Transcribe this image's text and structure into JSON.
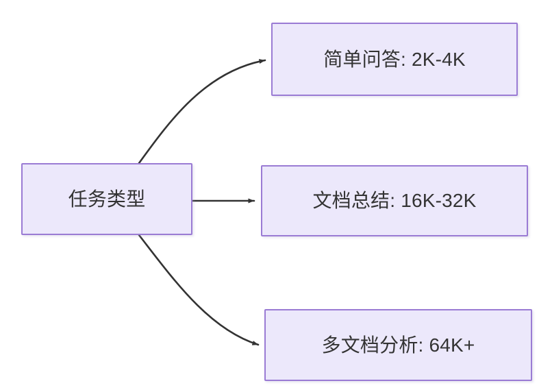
{
  "diagram": {
    "type": "flowchart",
    "direction": "left-to-right",
    "background_color": "#FFFFFF",
    "node_fill_color": "#ECE8FB",
    "node_border_color": "#9A7BD4",
    "node_text_color": "#333333",
    "edge_color": "#333333",
    "nodes": [
      {
        "id": "root",
        "label": "任务类型"
      },
      {
        "id": "simple-qa",
        "label": "简单问答: 2K-4K"
      },
      {
        "id": "doc-summary",
        "label": "文档总结: 16K-32K"
      },
      {
        "id": "multidoc",
        "label": "多文档分析: 64K+"
      }
    ],
    "edges": [
      {
        "from": "root",
        "to": "simple-qa",
        "style": "curved",
        "arrowhead": "filled-triangle"
      },
      {
        "from": "root",
        "to": "doc-summary",
        "style": "straight",
        "arrowhead": "filled-triangle"
      },
      {
        "from": "root",
        "to": "multidoc",
        "style": "curved",
        "arrowhead": "filled-triangle"
      }
    ]
  }
}
